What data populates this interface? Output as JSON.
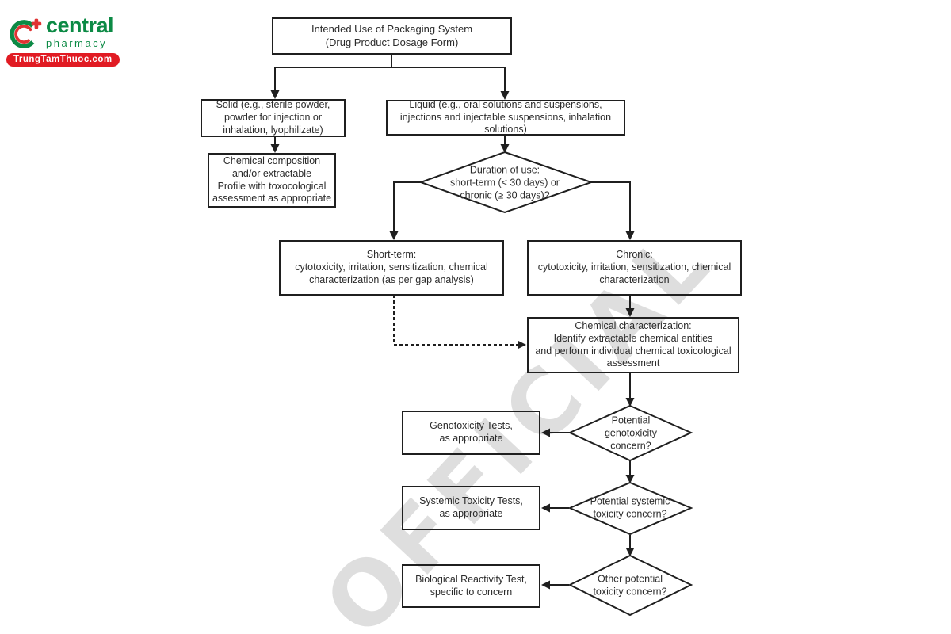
{
  "logo": {
    "brand": "central",
    "sub": "pharmacy",
    "badge": "TrungTamThuoc.com"
  },
  "watermark": "OFFICIAL",
  "colors": {
    "brand_green": "#0c8a45",
    "brand_red": "#e11b23",
    "line_black": "#1f1f1f",
    "watermark_gray": "#d7d7d7"
  },
  "flowchart": {
    "nodes": {
      "intended_use": "Intended Use of Packaging System\n(Drug Product Dosage Form)",
      "solid": "Solid (e.g., sterile powder,\npowder for injection or\ninhalation, lyophilizate)",
      "liquid": "Liquid (e.g., oral solutions and suspensions,\ninjections and injectable suspensions, inhalation\nsolutions)",
      "chemical_composition": "Chemical composition\nand/or extractable\nProfile with toxocological\nassessment as appropriate",
      "short_term": "Short-term:\ncytotoxicity, irritation, sensitization, chemical\ncharacterization (as per gap analysis)",
      "chronic": "Chronic:\ncytotoxicity, irritation, sensitization, chemical\ncharacterization",
      "chemical_characterization": "Chemical characterization:\nIdentify extractable chemical entities\nand perform individual chemical toxicological\nassessment",
      "genotoxicity_tests": "Genotoxicity Tests,\nas appropriate",
      "systemic_toxicity_tests": "Systemic Toxicity Tests,\nas appropriate",
      "biological_reactivity_test": "Biological Reactivity Test,\nspecific to concern"
    },
    "decisions": {
      "duration": "Duration of use:\nshort-term (< 30 days) or\nchronic (≥ 30 days)?",
      "genotoxicity": "Potential\ngenotoxicity\nconcern?",
      "systemic": "Potential systemic\ntoxicity concern?",
      "other": "Other potential\ntoxicity concern?"
    }
  }
}
